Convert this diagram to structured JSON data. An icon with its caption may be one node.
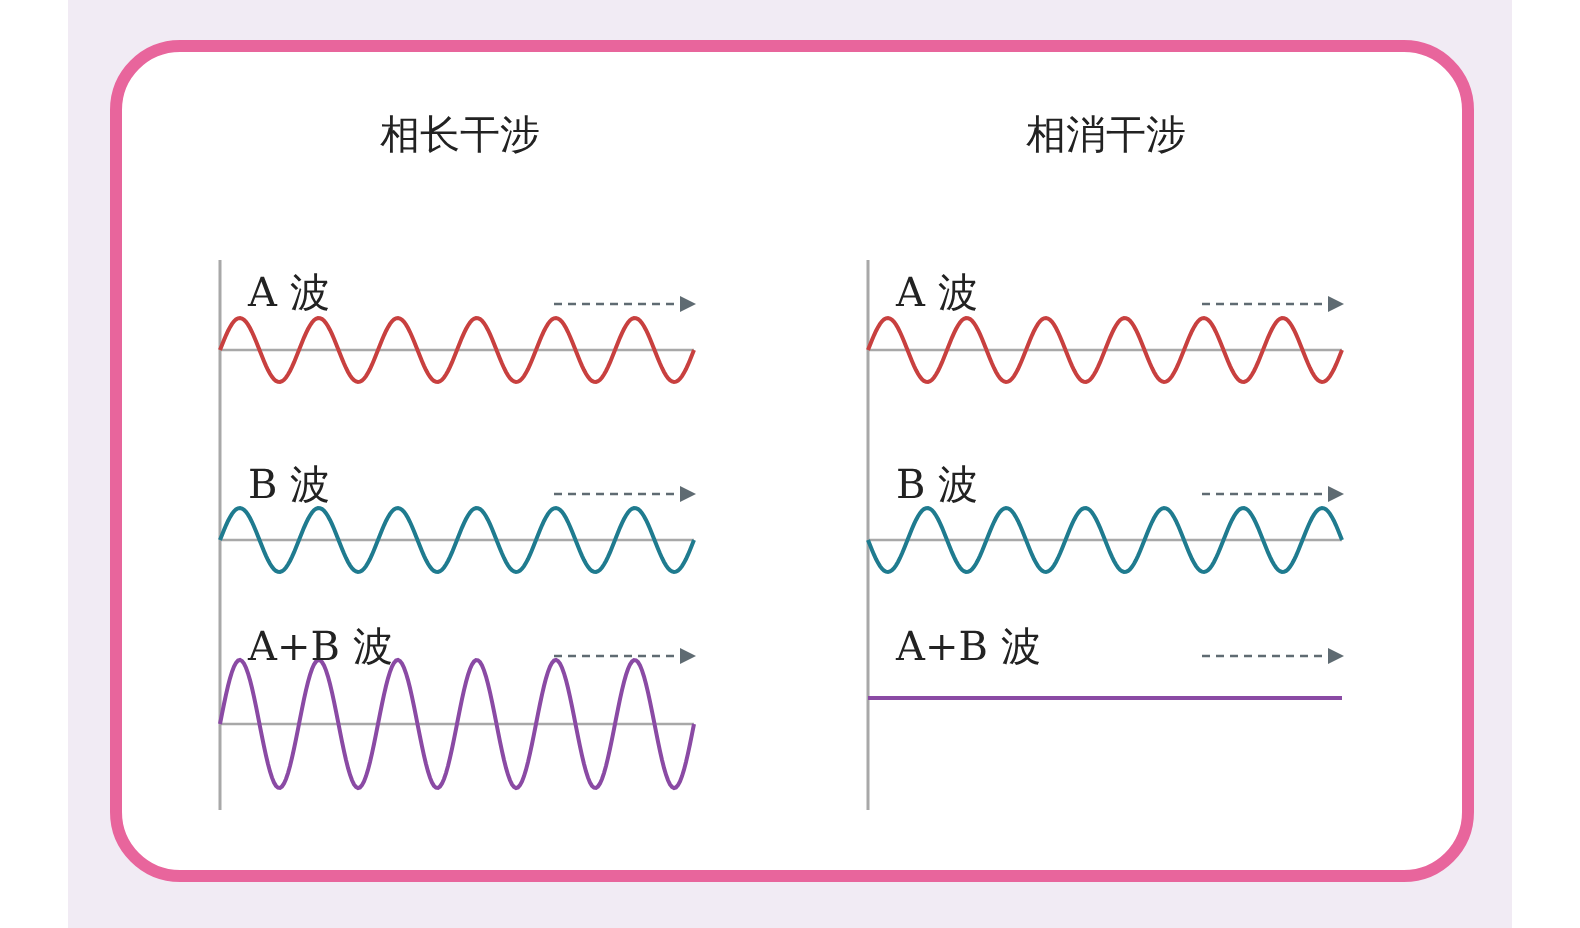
{
  "diagram": {
    "labels": [
      "相长干涉",
      "相消干涉",
      "A 波",
      "A 波",
      "B 波",
      "B 波",
      "A+B 波",
      "A+B 波"
    ]
  }
}
